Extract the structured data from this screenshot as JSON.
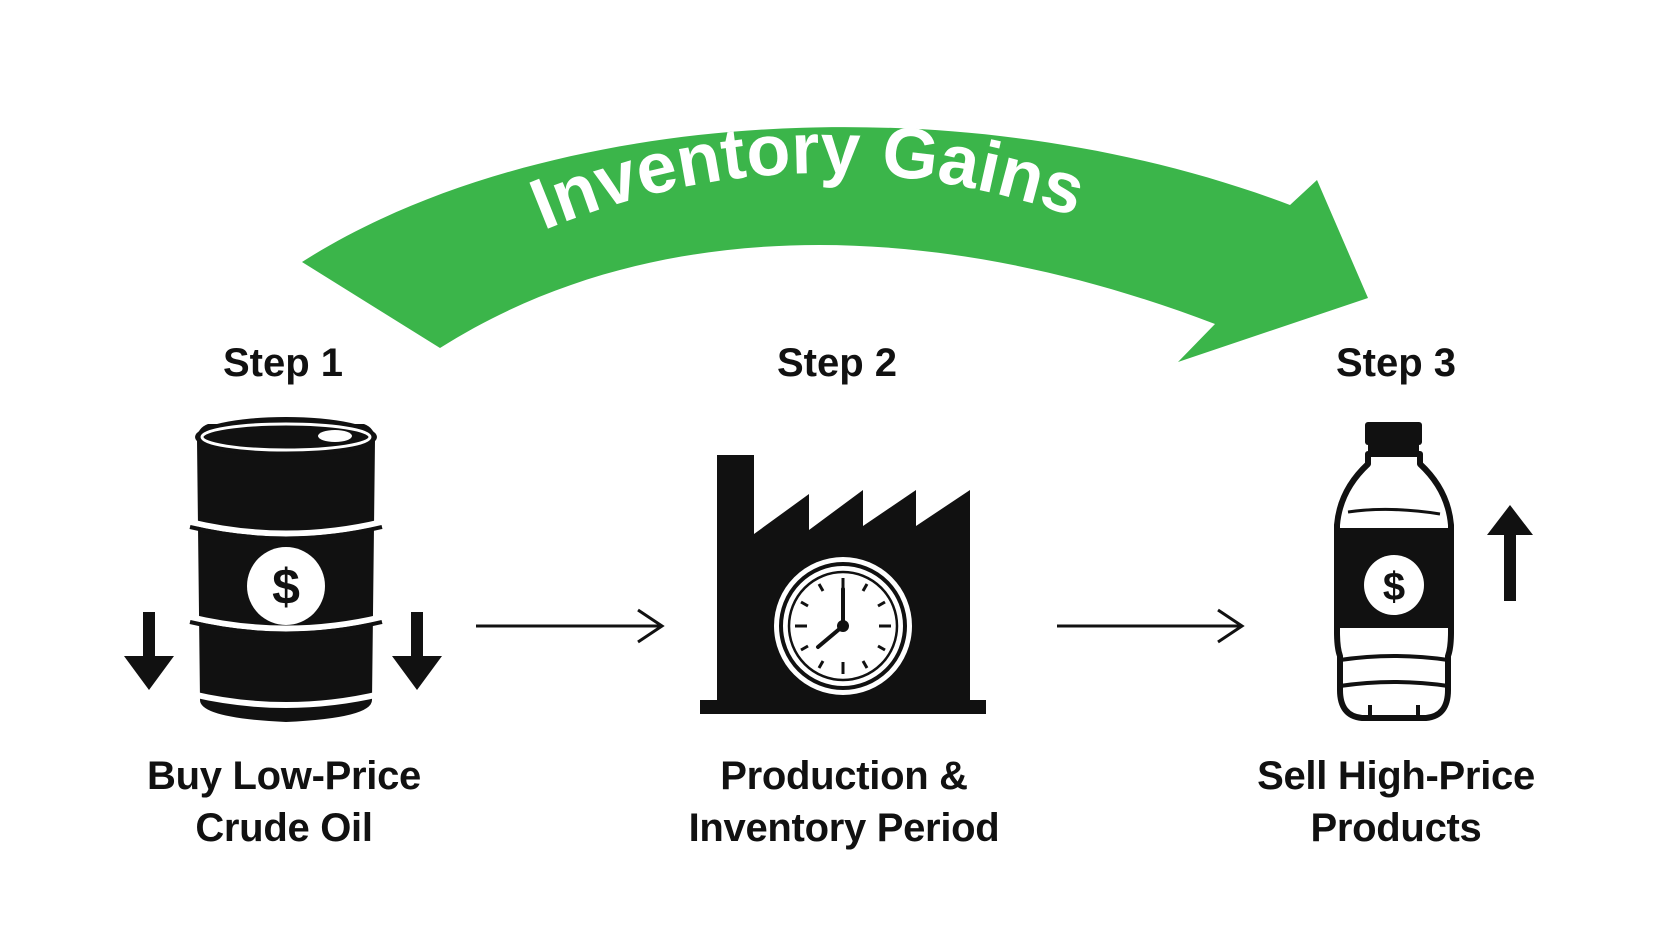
{
  "banner": {
    "text": "Inventory Gains",
    "color": "#3bb54a",
    "text_color": "#ffffff"
  },
  "steps": [
    {
      "title": "Step 1",
      "caption_lines": [
        "Buy Low-Price",
        "Crude Oil"
      ],
      "icon": "oil-barrel-dollar-icon",
      "indicator": "down-arrows"
    },
    {
      "title": "Step 2",
      "caption_lines": [
        "Production &",
        "Inventory Period"
      ],
      "icon": "factory-clock-icon"
    },
    {
      "title": "Step 3",
      "caption_lines": [
        "Sell High-Price",
        "Products"
      ],
      "icon": "bottle-dollar-icon",
      "indicator": "up-arrow"
    }
  ],
  "connectors": [
    "step1-to-step2-arrow",
    "step2-to-step3-arrow"
  ],
  "colors": {
    "ink": "#111111",
    "accent": "#3bb54a",
    "background": "#ffffff"
  }
}
